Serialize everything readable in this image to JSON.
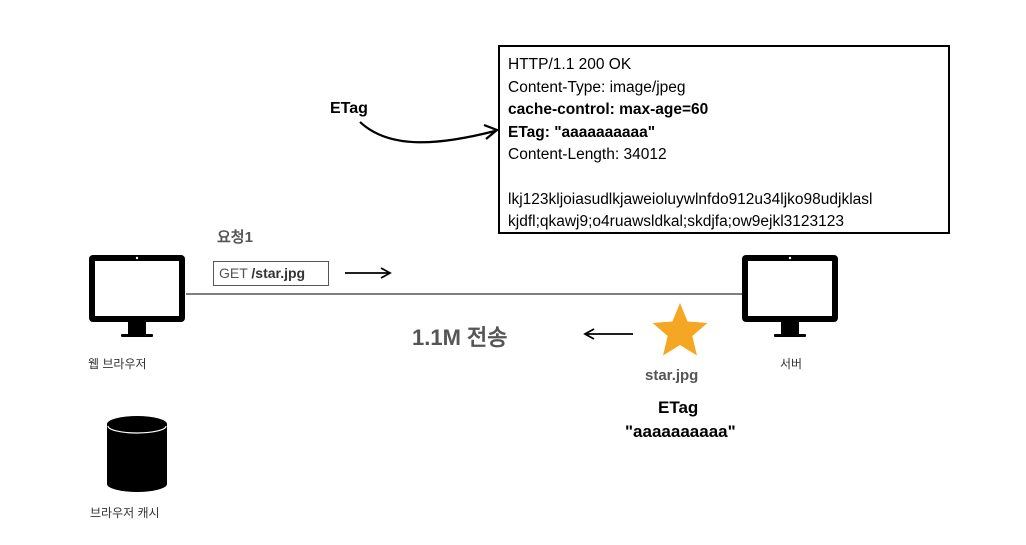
{
  "response": {
    "lines": [
      "HTTP/1.1 200 OK",
      "Content-Type: image/jpeg",
      "cache-control: max-age=60",
      "ETag: \"aaaaaaaaaa\"",
      "Content-Length: 34012"
    ],
    "body": [
      "lkj123kljoiasudlkjaweioluywlnfdo912u34ljko98udjklasl",
      "kjdfl;qkawj9;o4ruawsldkal;skdjfa;ow9ejkl3123123"
    ]
  },
  "etag_pointer_label": "ETag",
  "request": {
    "label": "요청1",
    "method": "GET ",
    "path": "/star.jpg"
  },
  "transfer_label": "1.1M 전송",
  "client_label": "웹 브라우저",
  "server_label": "서버",
  "cache_label": "브라우저 캐시",
  "resource": {
    "filename": "star.jpg",
    "etag_title": "ETag",
    "etag_value": "\"aaaaaaaaaa\"",
    "star_color": "#F5A623"
  }
}
